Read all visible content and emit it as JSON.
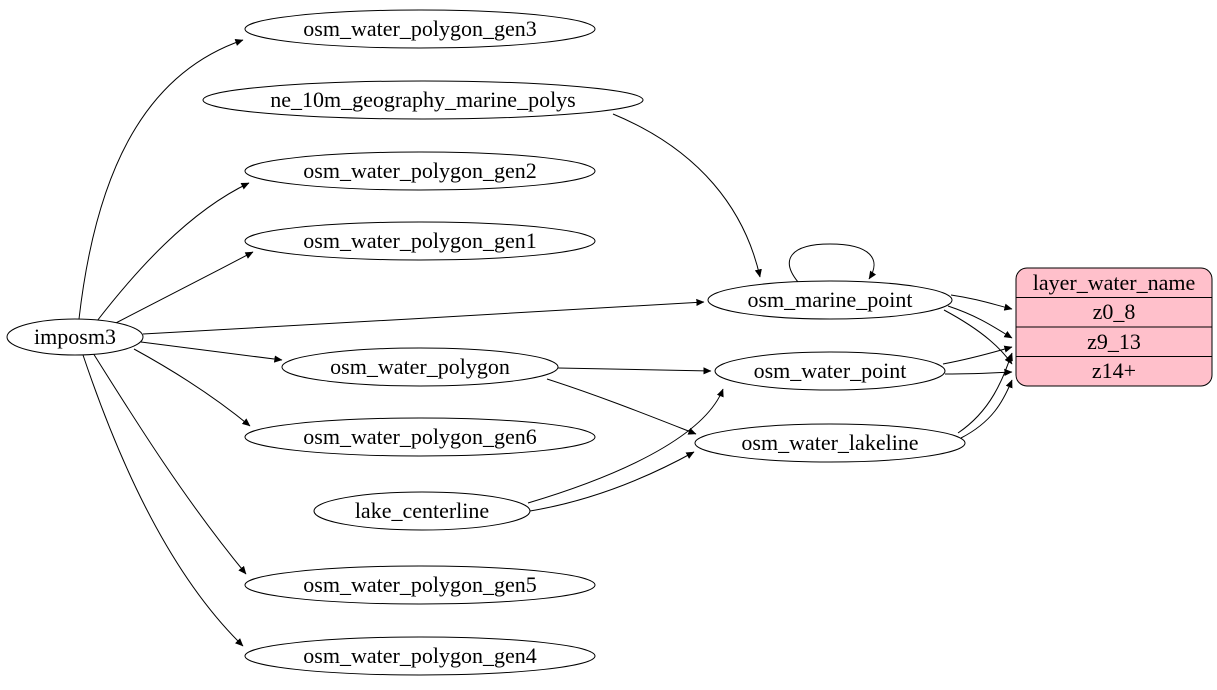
{
  "diagram": {
    "kind": "etl-dependency-graph",
    "background": "#ffffff",
    "node_fill": "#ffffff",
    "node_stroke": "#000000",
    "edge_color": "#000000",
    "record_fill": "#ffc0cb"
  },
  "nodes": {
    "imposm3": "imposm3",
    "osm_water_polygon_gen3": "osm_water_polygon_gen3",
    "ne_10m_geography_marine_polys": "ne_10m_geography_marine_polys",
    "osm_water_polygon_gen2": "osm_water_polygon_gen2",
    "osm_water_polygon_gen1": "osm_water_polygon_gen1",
    "osm_marine_point": "osm_marine_point",
    "osm_water_polygon": "osm_water_polygon",
    "osm_water_point": "osm_water_point",
    "osm_water_polygon_gen6": "osm_water_polygon_gen6",
    "osm_water_lakeline": "osm_water_lakeline",
    "lake_centerline": "lake_centerline",
    "osm_water_polygon_gen5": "osm_water_polygon_gen5",
    "osm_water_polygon_gen4": "osm_water_polygon_gen4"
  },
  "record": {
    "title": "layer_water_name",
    "rows": [
      "z0_8",
      "z9_13",
      "z14+"
    ]
  },
  "edges": [
    {
      "from": "imposm3",
      "to": "osm_water_polygon_gen3"
    },
    {
      "from": "imposm3",
      "to": "osm_water_polygon_gen2"
    },
    {
      "from": "imposm3",
      "to": "osm_water_polygon_gen1"
    },
    {
      "from": "imposm3",
      "to": "osm_marine_point"
    },
    {
      "from": "imposm3",
      "to": "osm_water_polygon"
    },
    {
      "from": "imposm3",
      "to": "osm_water_polygon_gen6"
    },
    {
      "from": "imposm3",
      "to": "osm_water_polygon_gen5"
    },
    {
      "from": "imposm3",
      "to": "osm_water_polygon_gen4"
    },
    {
      "from": "ne_10m_geography_marine_polys",
      "to": "osm_marine_point"
    },
    {
      "from": "osm_marine_point",
      "to": "osm_marine_point"
    },
    {
      "from": "osm_water_polygon",
      "to": "osm_water_point"
    },
    {
      "from": "osm_water_polygon",
      "to": "osm_water_lakeline"
    },
    {
      "from": "lake_centerline",
      "to": "osm_water_point"
    },
    {
      "from": "lake_centerline",
      "to": "osm_water_lakeline"
    },
    {
      "from": "osm_marine_point",
      "to": "layer_water_name:z0_8"
    },
    {
      "from": "osm_marine_point",
      "to": "layer_water_name:z9_13"
    },
    {
      "from": "osm_marine_point",
      "to": "layer_water_name:z14+"
    },
    {
      "from": "osm_water_point",
      "to": "layer_water_name:z9_13"
    },
    {
      "from": "osm_water_point",
      "to": "layer_water_name:z14+"
    },
    {
      "from": "osm_water_lakeline",
      "to": "layer_water_name:z9_13"
    },
    {
      "from": "osm_water_lakeline",
      "to": "layer_water_name:z14+"
    }
  ]
}
